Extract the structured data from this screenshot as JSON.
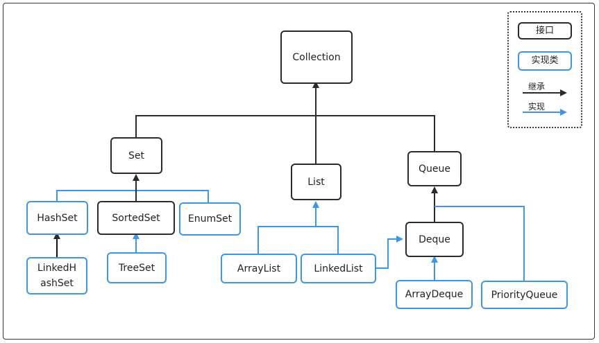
{
  "nodes": {
    "collection": "Collection",
    "set": "Set",
    "list": "List",
    "queue": "Queue",
    "hashset": "HashSet",
    "sortedset": "SortedSet",
    "enumset": "EnumSet",
    "linkedhashset_line1": "LinkedH",
    "linkedhashset_line2": "ashSet",
    "treeset": "TreeSet",
    "arraylist": "ArrayList",
    "linkedlist": "LinkedList",
    "deque": "Deque",
    "arraydeque": "ArrayDeque",
    "priorityqueue": "PriorityQueue"
  },
  "legend": {
    "interface_label": "接口",
    "impl_label": "实现类",
    "inherit_label": "继承",
    "implement_label": "实现"
  },
  "colors": {
    "interface_stroke": "#2b2b2b",
    "impl_stroke": "#3a97f0"
  }
}
